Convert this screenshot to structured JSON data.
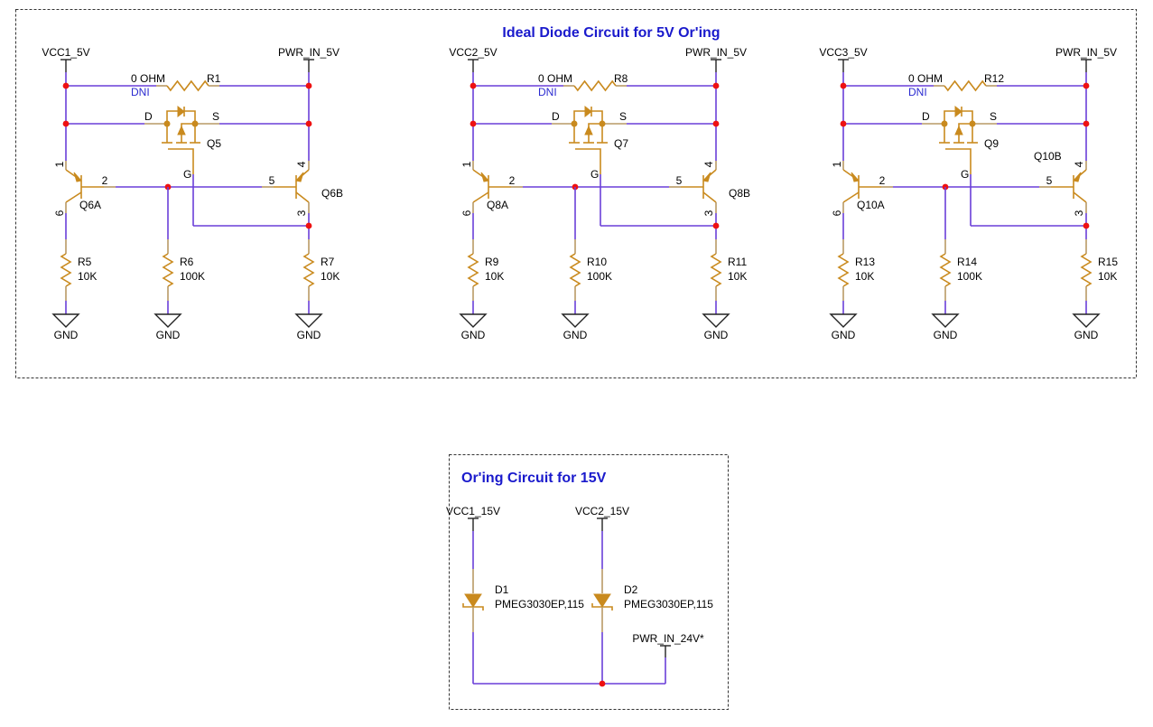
{
  "title_5v": "Ideal Diode Circuit for 5V Or'ing",
  "title_15v": "Or'ing Circuit for 15V",
  "colors": {
    "wire": "#6a3fd8",
    "part": "#c98a1e",
    "junction": "#ee1111",
    "title": "#1a1acc",
    "dni": "#2a2ad0"
  },
  "ideal_diode_stages": [
    {
      "vin_net": "VCC1_5V",
      "vout_net": "PWR_IN_5V",
      "bypass_resistor": {
        "ref": "R1",
        "value": "0 OHM",
        "note": "DNI"
      },
      "mosfet": {
        "ref": "Q5",
        "drain": "D",
        "source": "S",
        "gate": "G"
      },
      "transistor_a": {
        "ref": "Q6A",
        "pins": [
          "1",
          "2",
          "6"
        ]
      },
      "transistor_b": {
        "ref": "Q6B",
        "pins": [
          "4",
          "5",
          "3"
        ]
      },
      "resistors": [
        {
          "ref": "R5",
          "value": "10K"
        },
        {
          "ref": "R6",
          "value": "100K"
        },
        {
          "ref": "R7",
          "value": "10K"
        }
      ],
      "ground": [
        "GND",
        "GND",
        "GND"
      ]
    },
    {
      "vin_net": "VCC2_5V",
      "vout_net": "PWR_IN_5V",
      "bypass_resistor": {
        "ref": "R8",
        "value": "0 OHM",
        "note": "DNI"
      },
      "mosfet": {
        "ref": "Q7",
        "drain": "D",
        "source": "S",
        "gate": "G"
      },
      "transistor_a": {
        "ref": "Q8A",
        "pins": [
          "1",
          "2",
          "6"
        ]
      },
      "transistor_b": {
        "ref": "Q8B",
        "pins": [
          "4",
          "5",
          "3"
        ]
      },
      "resistors": [
        {
          "ref": "R9",
          "value": "10K"
        },
        {
          "ref": "R10",
          "value": "100K"
        },
        {
          "ref": "R11",
          "value": "10K"
        }
      ],
      "ground": [
        "GND",
        "GND",
        "GND"
      ]
    },
    {
      "vin_net": "VCC3_5V",
      "vout_net": "PWR_IN_5V",
      "bypass_resistor": {
        "ref": "R12",
        "value": "0 OHM",
        "note": "DNI"
      },
      "mosfet": {
        "ref": "Q9",
        "drain": "D",
        "source": "S",
        "gate": "G"
      },
      "transistor_a": {
        "ref": "Q10A",
        "pins": [
          "1",
          "2",
          "6"
        ]
      },
      "transistor_b": {
        "ref": "Q10B",
        "pins": [
          "4",
          "5",
          "3"
        ]
      },
      "resistors": [
        {
          "ref": "R13",
          "value": "10K"
        },
        {
          "ref": "R14",
          "value": "100K"
        },
        {
          "ref": "R15",
          "value": "10K"
        }
      ],
      "ground": [
        "GND",
        "GND",
        "GND"
      ]
    }
  ],
  "oring_15v": {
    "inputs": [
      {
        "net": "VCC1_15V",
        "diode": {
          "ref": "D1",
          "value": "PMEG3030EP,115"
        }
      },
      {
        "net": "VCC2_15V",
        "diode": {
          "ref": "D2",
          "value": "PMEG3030EP,115"
        }
      }
    ],
    "output_net": "PWR_IN_24V*"
  }
}
